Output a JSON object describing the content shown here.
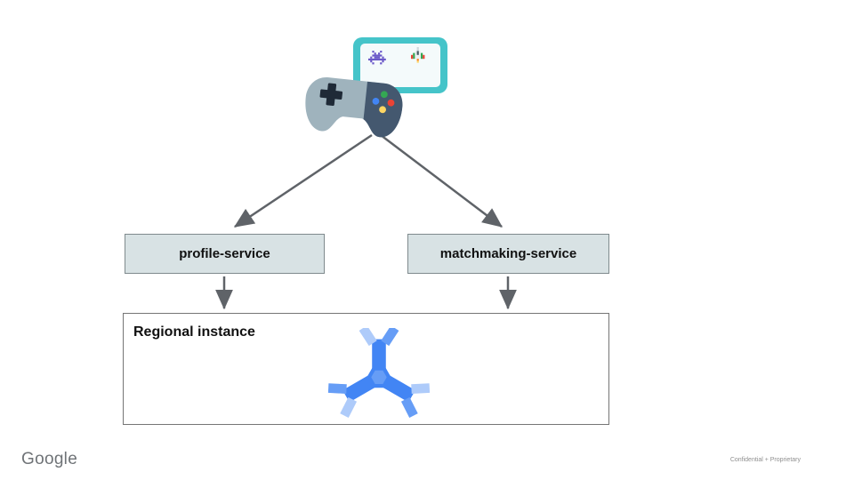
{
  "slide": {
    "background": "#ffffff"
  },
  "nodes": {
    "game_client": {
      "icon": "game-client-icon"
    },
    "profile_service": {
      "label": "profile-service"
    },
    "matchmaking_service": {
      "label": "matchmaking-service"
    },
    "regional_instance": {
      "label": "Regional instance",
      "icon": "cloud-spanner-icon"
    }
  },
  "edges": [
    {
      "from": "game-client",
      "to": "profile-service"
    },
    {
      "from": "game-client",
      "to": "matchmaking-service"
    },
    {
      "from": "profile-service",
      "to": "regional-instance"
    },
    {
      "from": "matchmaking-service",
      "to": "regional-instance"
    }
  ],
  "footer": {
    "brand": "Google",
    "note": "Confidential + Proprietary"
  },
  "colors": {
    "service_box_fill": "#d8e2e4",
    "service_box_border": "#7f8a8d",
    "arrow": "#5f6368",
    "spanner_blue": "#4285f4",
    "spanner_blue_mid": "#669df6",
    "spanner_blue_light": "#aecbfa",
    "screen_teal": "#45c4c9",
    "gamepad_gray": "#9fb3bd",
    "gamepad_dark": "#44586f"
  }
}
